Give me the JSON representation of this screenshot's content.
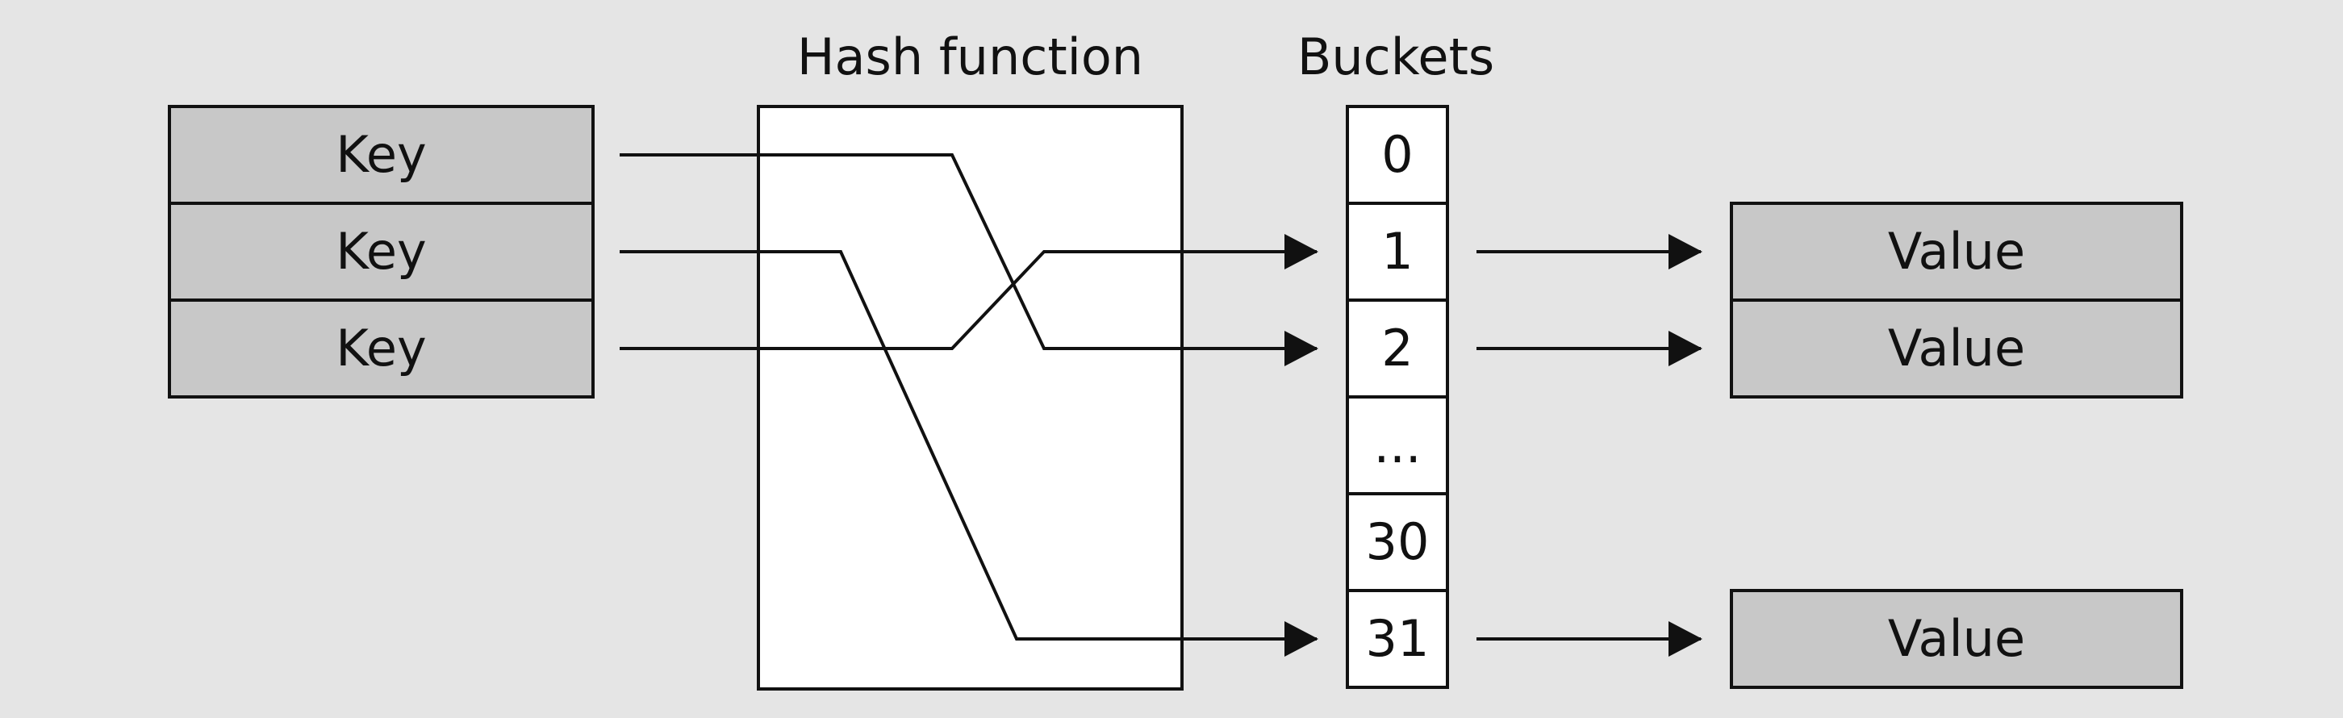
{
  "colors": {
    "background": "#e5e5e5",
    "key_fill": "#c8c8c8",
    "value_fill": "#c8c8c8",
    "hash_fill": "#ffffff",
    "bucket_fill": "#ffffff",
    "stroke": "#111111"
  },
  "headings": {
    "hash_function": "Hash function",
    "buckets": "Buckets"
  },
  "keys": [
    "Key",
    "Key",
    "Key"
  ],
  "buckets": [
    "0",
    "1",
    "2",
    "...",
    "30",
    "31"
  ],
  "values": [
    {
      "bucket": "1",
      "label": "Value"
    },
    {
      "bucket": "2",
      "label": "Value"
    },
    {
      "bucket": "31",
      "label": "Value"
    }
  ],
  "mappings": [
    {
      "key": 0,
      "bucket": "2"
    },
    {
      "key": 1,
      "bucket": "31"
    },
    {
      "key": 2,
      "bucket": "1"
    }
  ]
}
